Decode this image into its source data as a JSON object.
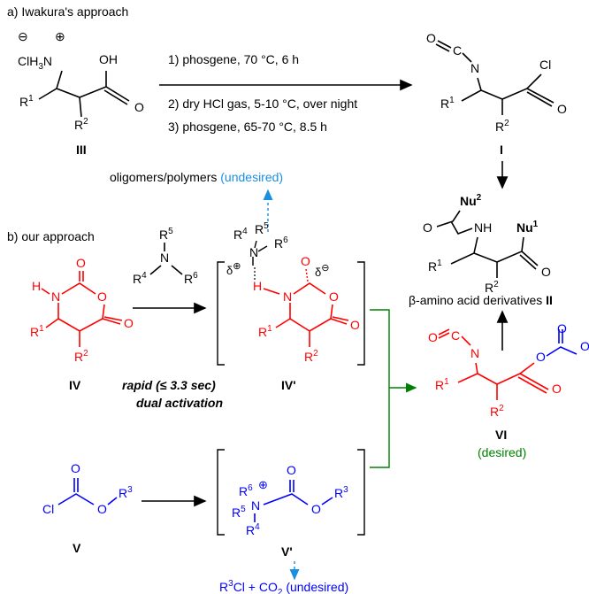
{
  "colors": {
    "black": "#000000",
    "red": "#ff0000",
    "blue": "#0000ff",
    "green": "#008000",
    "lightblue": "#1a8fe0"
  },
  "sections": {
    "a": "a) Iwakura's approach",
    "b": "b) our approach"
  },
  "conditions": {
    "step1": "1) phosgene, 70 °C, 6 h",
    "step2": "2) dry HCl gas, 5-10 °C, over night",
    "step3": "3) phosgene, 65-70 °C, 8.5 h"
  },
  "compounds": {
    "III": "III",
    "I": "I",
    "II": "II",
    "IV": "IV",
    "IVp": "IV'",
    "V": "V",
    "Vp": "V'",
    "VI": "VI"
  },
  "notes": {
    "oligomers": "oligomers/polymers",
    "undesired": "(undesired)",
    "beta_amino": "β-amino acid derivatives",
    "rapid": "rapid (≤ 3.3 sec)",
    "dual": "dual activation",
    "desired": "(desired)",
    "byproduct_R": "R",
    "byproduct_Cl": "Cl + CO",
    "byproduct_2": "2",
    "byproduct_sup": "3"
  },
  "atoms": {
    "O": "O",
    "OH": "OH",
    "Cl": "Cl",
    "ClH3N": "ClH",
    "N": "N",
    "NH": "NH",
    "H": "H",
    "C": "C",
    "R1": "R",
    "R2": "R",
    "R3": "R",
    "R4": "R",
    "R5": "R",
    "R6": "R",
    "s1": "1",
    "s2": "2",
    "s3": "3",
    "s4": "4",
    "s5": "5",
    "s6": "6",
    "Nu": "Nu",
    "minus": "⊖",
    "plus": "⊕",
    "delta": "δ"
  }
}
